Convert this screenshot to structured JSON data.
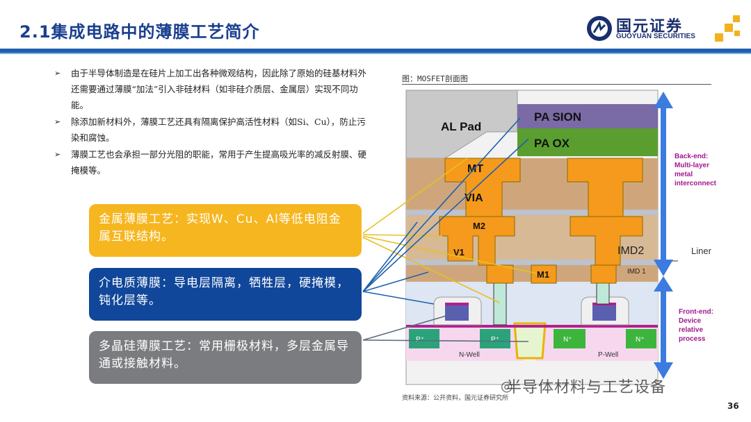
{
  "header": {
    "title": "2.1集成电路中的薄膜工艺简介",
    "logo_cn": "国元证券",
    "logo_en": "GUOYUAN SECURITIES"
  },
  "bullets": [
    "由于半导体制造是在硅片上加工出各种微观结构，因此除了原始的硅基材料外还需要通过薄膜“加法”引入非硅材料（如非硅介质层、金属层）实现不同功能。",
    "除添加新材料外，薄膜工艺还具有隔离保护高活性材料（如Si、Cu），防止污染和腐蚀。",
    "薄膜工艺也会承担一部分光阻的职能，常用于产生提高吸光率的减反射膜、硬掩模等。"
  ],
  "boxes": [
    {
      "text": "金属薄膜工艺：实现W、Cu、Al等低电阻金属互联结构。",
      "color": "#f6b61f"
    },
    {
      "text": "介电质薄膜：导电层隔离，牺牲层，硬掩模，钝化层等。",
      "color": "#11479a"
    },
    {
      "text": "多晶硅薄膜工艺：常用栅极材料，多层金属导通或接触材料。",
      "color": "#7b7c7f"
    }
  ],
  "figure": {
    "label": "图：MOSFET剖面图",
    "source": "资料来源：公开资料，国元证券研究所",
    "layers": {
      "al_pad": "AL Pad",
      "pa_sion": "PA SION",
      "pa_ox": "PA OX",
      "mt": "MT",
      "via": "VIA",
      "m2": "M2",
      "v1": "V1",
      "imd2": "IMD2",
      "imd1": "IMD 1",
      "m1": "M1",
      "p_plus_1": "P⁺",
      "p_plus_2": "P⁺",
      "n_plus_1": "N⁺",
      "n_plus_2": "N⁺",
      "n_well": "N-Well",
      "p_well": "P-Well"
    },
    "annotations": {
      "backend": "Back-end: Multi-layer metal interconnect",
      "liner": "Liner",
      "frontend": "Front-end: Device relative process"
    }
  },
  "footer": {
    "watermark": "半导体材料与工艺设备",
    "page": "36"
  }
}
